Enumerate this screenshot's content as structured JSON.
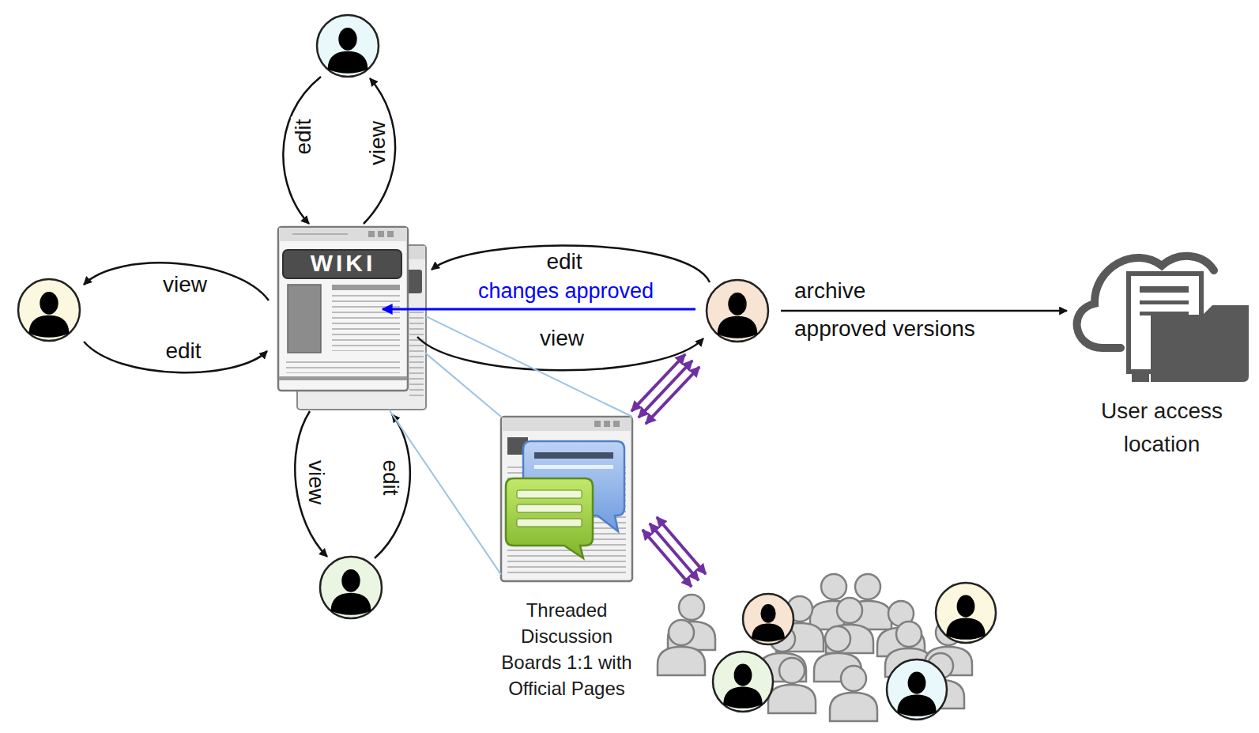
{
  "diagram": {
    "nodes": [
      {
        "text": [
          "WIKI"
        ]
      },
      {
        "text": [
          "Threaded Discussion Boards 1:1 with Official Pages"
        ]
      },
      {
        "text": [
          "User access location"
        ]
      }
    ],
    "edges": [
      {
        "from": 0,
        "to": 1,
        "arrow": "none"
      },
      {
        "from": 0,
        "to": 1,
        "arrow": "none"
      },
      {
        "from": 0,
        "to": 1,
        "arrow": "none"
      }
    ],
    "labels": [
      "edit",
      "view",
      "view",
      "edit",
      "edit",
      "changes approved",
      "view",
      "archive",
      "approved versions",
      "view",
      "edit"
    ]
  }
}
